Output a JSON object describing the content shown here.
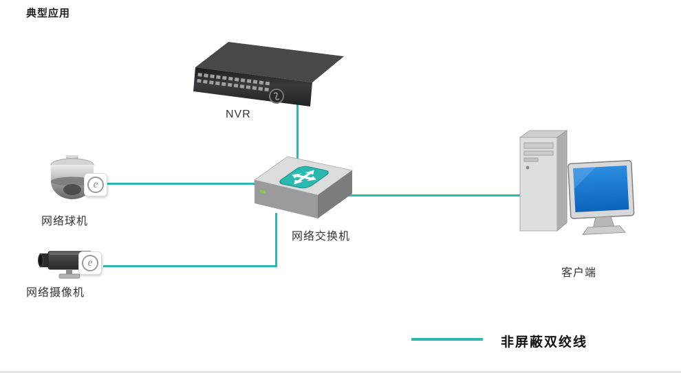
{
  "title": "典型应用",
  "nodes": {
    "nvr": {
      "label": "NVR"
    },
    "dome_camera": {
      "label": "网络球机",
      "badge": "e"
    },
    "box_camera": {
      "label": "网络摄像机",
      "badge": "e"
    },
    "switch": {
      "label": "网络交换机"
    },
    "client": {
      "label": "客户端"
    }
  },
  "legend": {
    "label": "非屏蔽双绞线"
  },
  "colors": {
    "cable": "#2bb8b1",
    "switch_icon": "#2bb8b1",
    "monitor_screen": "#1079d8",
    "led": "#8dc63f"
  }
}
